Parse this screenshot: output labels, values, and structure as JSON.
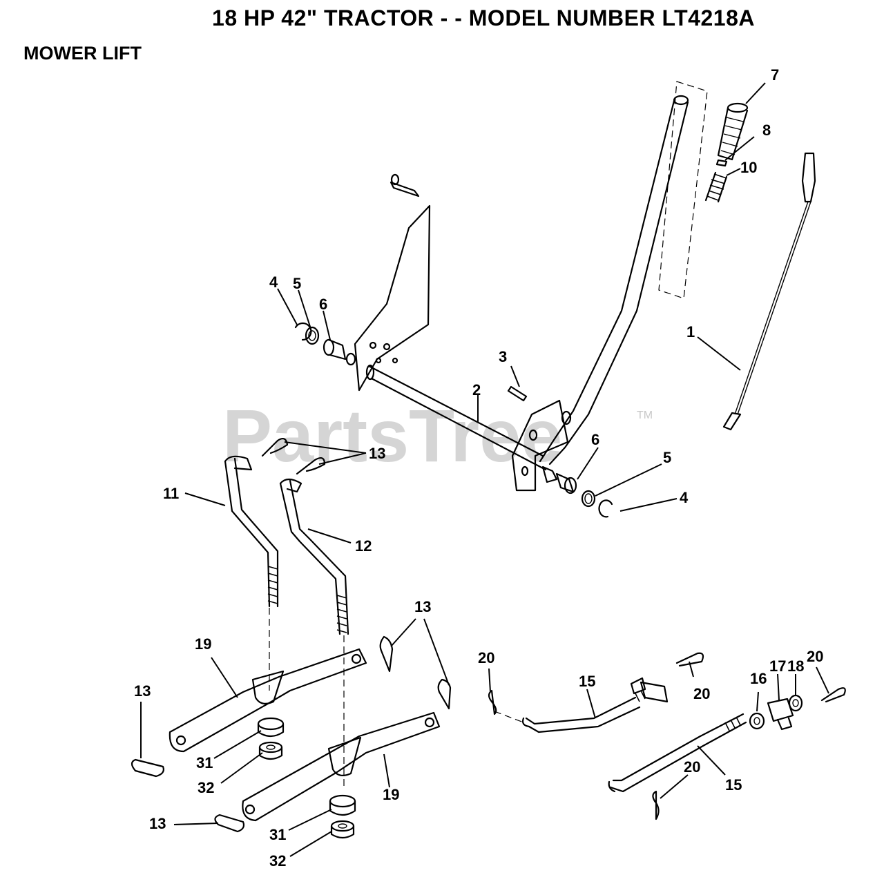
{
  "header": {
    "title": "18 HP 42\" TRACTOR - - MODEL NUMBER LT4218A",
    "subtitle": "MOWER LIFT"
  },
  "watermark": {
    "text": "PartsTree",
    "trademark": "TM"
  },
  "callouts": [
    "1",
    "2",
    "3",
    "4",
    "5",
    "6",
    "7",
    "8",
    "10",
    "11",
    "12",
    "13",
    "15",
    "16",
    "17",
    "18",
    "19",
    "20",
    "31",
    "32"
  ],
  "labels": {
    "c1": "1",
    "c2": "2",
    "c3": "3",
    "c4a": "4",
    "c4b": "4",
    "c5a": "5",
    "c5b": "5",
    "c6a": "6",
    "c6b": "6",
    "c7": "7",
    "c8": "8",
    "c10": "10",
    "c11": "11",
    "c12": "12",
    "c13a": "13",
    "c13b": "13",
    "c13c": "13",
    "c13d": "13",
    "c15a": "15",
    "c15b": "15",
    "c16": "16",
    "c17": "17",
    "c18": "18",
    "c19a": "19",
    "c19b": "19",
    "c20a": "20",
    "c20b": "20",
    "c20c": "20",
    "c20d": "20",
    "c31a": "31",
    "c31b": "31",
    "c32a": "32",
    "c32b": "32"
  }
}
